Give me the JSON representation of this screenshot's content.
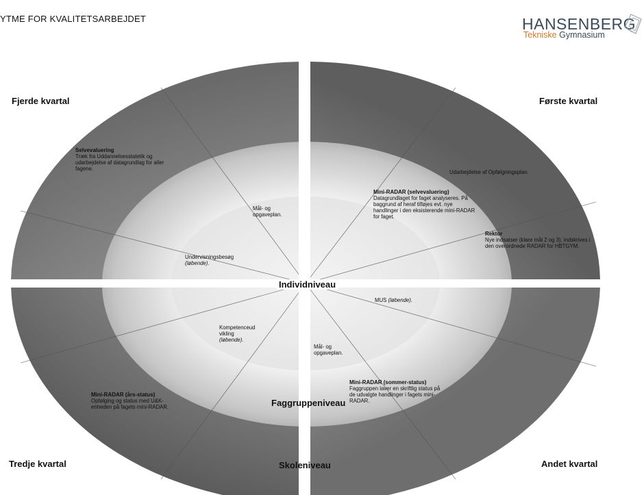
{
  "header": {
    "title": "YTME FOR KVALITETSARBEJDET",
    "logo_main": "HANSENBERG",
    "logo_sub_orange": "Tekniske",
    "logo_sub_grey": " Gymnasium"
  },
  "quarters": {
    "q4": "Fjerde kvartal",
    "q1": "Første kvartal",
    "q3": "Tredje kvartal",
    "q2": "Andet kvartal"
  },
  "levels": {
    "individual": "Individniveau",
    "group": "Faggruppeniveau",
    "school": "Skoleniveau"
  },
  "notes": {
    "selfeval_title": "Selvevaluering",
    "selfeval_body": "Træk fra Uddannelsesstatetik og udarbejdelse af datagrundlag for aller fagene.",
    "goals_top": "Mål- og opgaveplan.",
    "visits": "Undervisningsbesøg",
    "visits_sub": "(løbende).",
    "followup": "Udarbejdelse af Opfølgningsplan.",
    "miniradar_self_title": "Mini-RADAR (selvevaluering)",
    "miniradar_self_body": "Datagrundlaget for faget analyseres. På baggrund af heraf tilføjes evt. nye handlinger i den eksisterende mini-RADAR for faget.",
    "rektor_title": "Rektor",
    "rektor_body": "Nye indsatser (klare mål 2 og 3). indskrives i den overordnede RADAR for HBTGYM.",
    "mus": "MUS",
    "mus_sub": "(løbende).",
    "competence_a": "Kompetenceud",
    "competence_b": "vikling",
    "competence_sub": "(løbende).",
    "goals_bottom": "Mål- og opgaveplan.",
    "miniradar_year_title": "Mini-RADAR (års-status)",
    "miniradar_year_body": "Opfølging og status med U&K-enheden på fagets mini-RADAR.",
    "miniradar_summer_title": "Mini-RADAR (sommer-status)",
    "miniradar_summer_body": "Faggruppen laver en skriftlig status på de udvalgte handlinger i fagets mini-RADAR."
  }
}
